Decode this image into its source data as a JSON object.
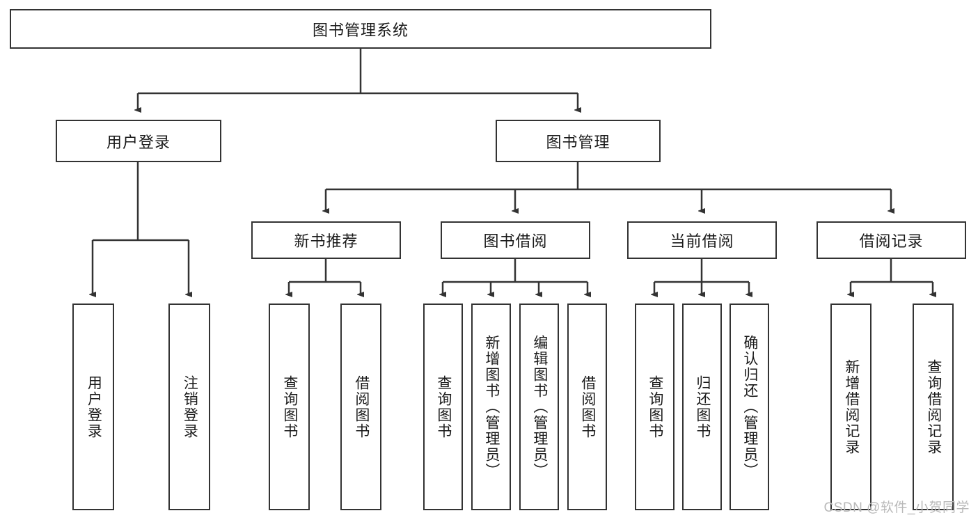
{
  "diagram": {
    "title": "图书管理系统",
    "type": "tree",
    "root": {
      "id": "root",
      "label": "图书管理系统"
    },
    "level1": [
      {
        "id": "user-login",
        "label": "用户登录"
      },
      {
        "id": "book-manage",
        "label": "图书管理"
      }
    ],
    "level2": [
      {
        "id": "new-book-rec",
        "label": "新书推荐",
        "parent": "book-manage"
      },
      {
        "id": "book-borrow",
        "label": "图书借阅",
        "parent": "book-manage"
      },
      {
        "id": "current-borrow",
        "label": "当前借阅",
        "parent": "book-manage"
      },
      {
        "id": "borrow-record",
        "label": "借阅记录",
        "parent": "book-manage"
      }
    ],
    "leaves": [
      {
        "id": "leaf-user-login",
        "label": "用户登录",
        "parent": "user-login"
      },
      {
        "id": "leaf-user-logout",
        "label": "注销登录",
        "parent": "user-login"
      },
      {
        "id": "leaf-query-book-1",
        "label": "查询图书",
        "parent": "new-book-rec"
      },
      {
        "id": "leaf-borrow-book-1",
        "label": "借阅图书",
        "parent": "new-book-rec"
      },
      {
        "id": "leaf-query-book-2",
        "label": "查询图书",
        "parent": "book-borrow"
      },
      {
        "id": "leaf-add-book",
        "label": "新增图书（管理员）",
        "parent": "book-borrow"
      },
      {
        "id": "leaf-edit-book",
        "label": "编辑图书（管理员）",
        "parent": "book-borrow"
      },
      {
        "id": "leaf-borrow-book-2",
        "label": "借阅图书",
        "parent": "book-borrow"
      },
      {
        "id": "leaf-query-book-3",
        "label": "查询图书",
        "parent": "current-borrow"
      },
      {
        "id": "leaf-return-book",
        "label": "归还图书",
        "parent": "current-borrow"
      },
      {
        "id": "leaf-confirm-return",
        "label": "确认归还（管理员）",
        "parent": "current-borrow"
      },
      {
        "id": "leaf-add-record",
        "label": "新增借阅记录",
        "parent": "borrow-record"
      },
      {
        "id": "leaf-query-record",
        "label": "查询借阅记录",
        "parent": "borrow-record"
      }
    ],
    "watermark": "CSDN @软件_小贺同学",
    "colors": {
      "border": "#333333",
      "background": "#ffffff",
      "text": "#1a1a1a",
      "watermark": "#b9b9b9"
    }
  }
}
